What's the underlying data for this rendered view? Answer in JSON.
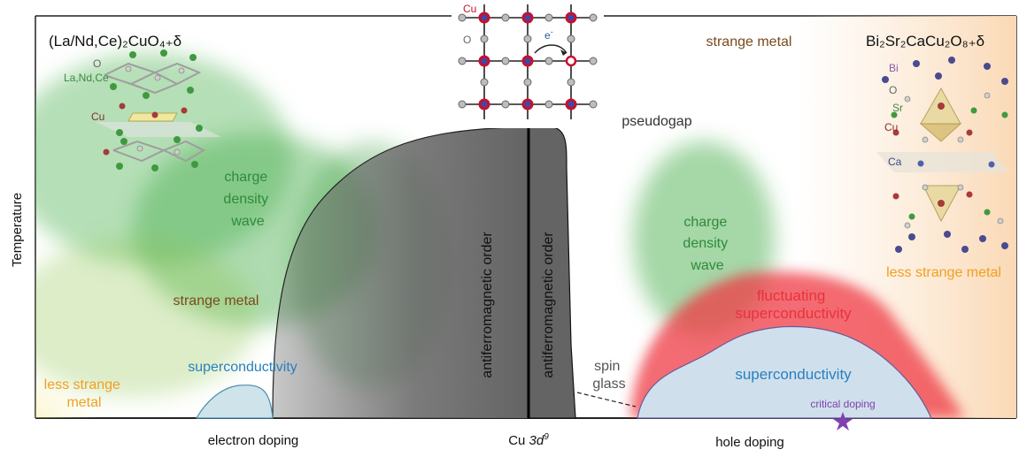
{
  "axes": {
    "y_label": "Temperature",
    "x_left": "electron doping",
    "x_center_prefix": "Cu ",
    "x_center_italic": "3d",
    "x_center_sup": "9",
    "x_right": "hole doping"
  },
  "left_material": {
    "formula": "(La/Nd,Ce)₂CuO₄₊δ",
    "atom_labels": {
      "oxygen": "O",
      "la_nd_ce": "La,Nd,Ce",
      "copper": "Cu"
    }
  },
  "right_material": {
    "formula": "Bi₂Sr₂CaCu₂O₈₊δ",
    "atom_labels": {
      "bismuth": "Bi",
      "oxygen": "O",
      "strontium": "Sr",
      "copper": "Cu",
      "calcium": "Ca"
    }
  },
  "lattice_inset": {
    "copper": "Cu",
    "oxygen": "O",
    "electron": "e",
    "electron_sup": "-"
  },
  "phases": {
    "cdw_left": [
      "charge",
      "density",
      "wave"
    ],
    "strange_metal_left": "strange metal",
    "less_strange_left": [
      "less strange",
      "metal"
    ],
    "sc_left": "superconductivity",
    "afm_left": "antiferromagnetic order",
    "afm_right": "antiferromagnetic order",
    "pseudogap": "pseudogap",
    "strange_metal_right": "strange metal",
    "spin_glass": [
      "spin",
      "glass"
    ],
    "cdw_right": [
      "charge",
      "density",
      "wave"
    ],
    "fluctuating_sc": [
      "fluctuating",
      "superconductivity"
    ],
    "sc_right": "superconductivity",
    "critical_doping": "critical doping",
    "less_strange_right": "less strange metal"
  },
  "colors": {
    "cdw_green": "#2e8b3a",
    "strange_brown": "#7a4a1c",
    "less_strange_orange": "#f0a020",
    "sc_blue": "#2a7fc0",
    "fluct_red": "#e8323c",
    "afm_gray": "#646464",
    "critical_purple": "#8040b0",
    "copper_red": "#c8102e"
  }
}
